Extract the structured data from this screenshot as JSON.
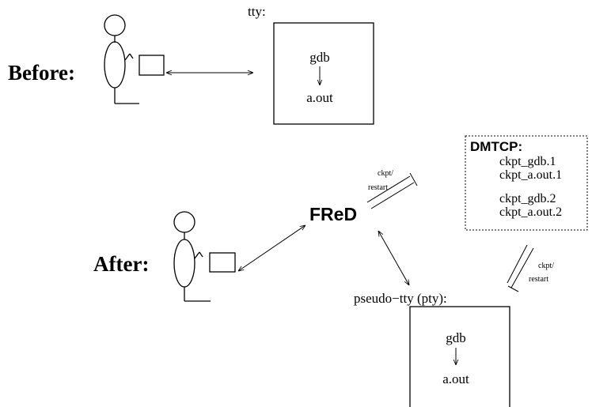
{
  "before": {
    "label": "Before:",
    "box_title": "tty:",
    "process_top": "gdb",
    "process_bottom": "a.out"
  },
  "after": {
    "label": "After:",
    "center": "FReD",
    "box_title": "pseudo−tty (pty):",
    "process_top": "gdb",
    "process_bottom": "a.out"
  },
  "dmtcp": {
    "title": "DMTCP:",
    "files": [
      "ckpt_gdb.1",
      "ckpt_a.out.1",
      "ckpt_gdb.2",
      "ckpt_a.out.2"
    ]
  },
  "arrow_labels": {
    "upper_line1": "ckpt/",
    "upper_line2": "restart",
    "lower_line1": "ckpt/",
    "lower_line2": "restart"
  }
}
